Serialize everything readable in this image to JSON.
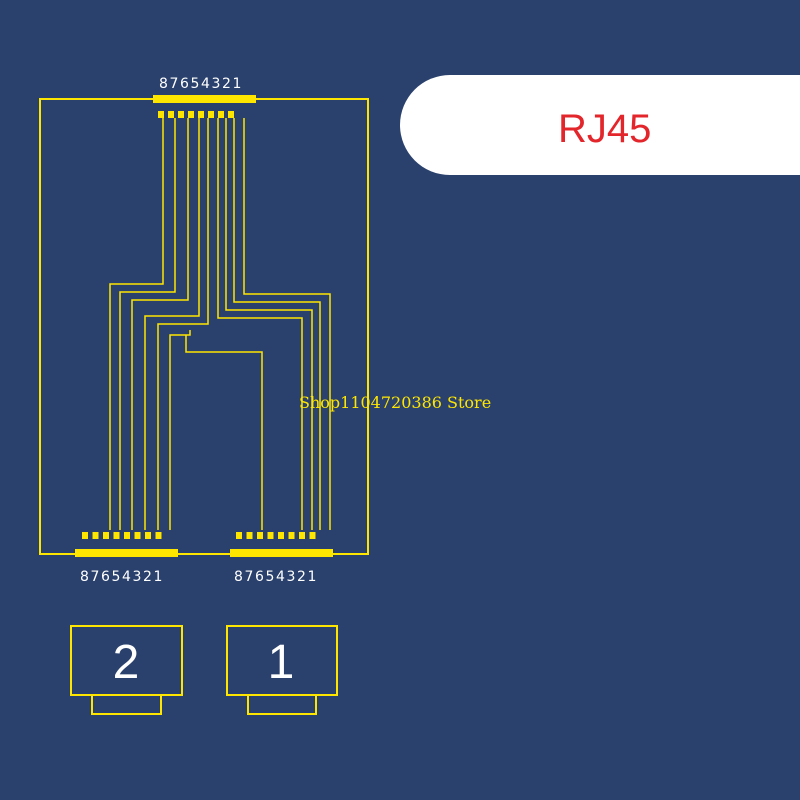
{
  "header": {
    "title": "RJ45"
  },
  "watermark": {
    "text": "Shop1104720386 Store"
  },
  "connectors": {
    "top": {
      "pin_label": "87654321"
    },
    "left_bottom": {
      "pin_label": "87654321"
    },
    "right_bottom": {
      "pin_label": "87654321"
    }
  },
  "ports": [
    {
      "label": "2"
    },
    {
      "label": "1"
    }
  ],
  "colors": {
    "background": "#2a416d",
    "trace": "#ffe600",
    "title": "#e3262b",
    "pill": "#ffffff"
  }
}
